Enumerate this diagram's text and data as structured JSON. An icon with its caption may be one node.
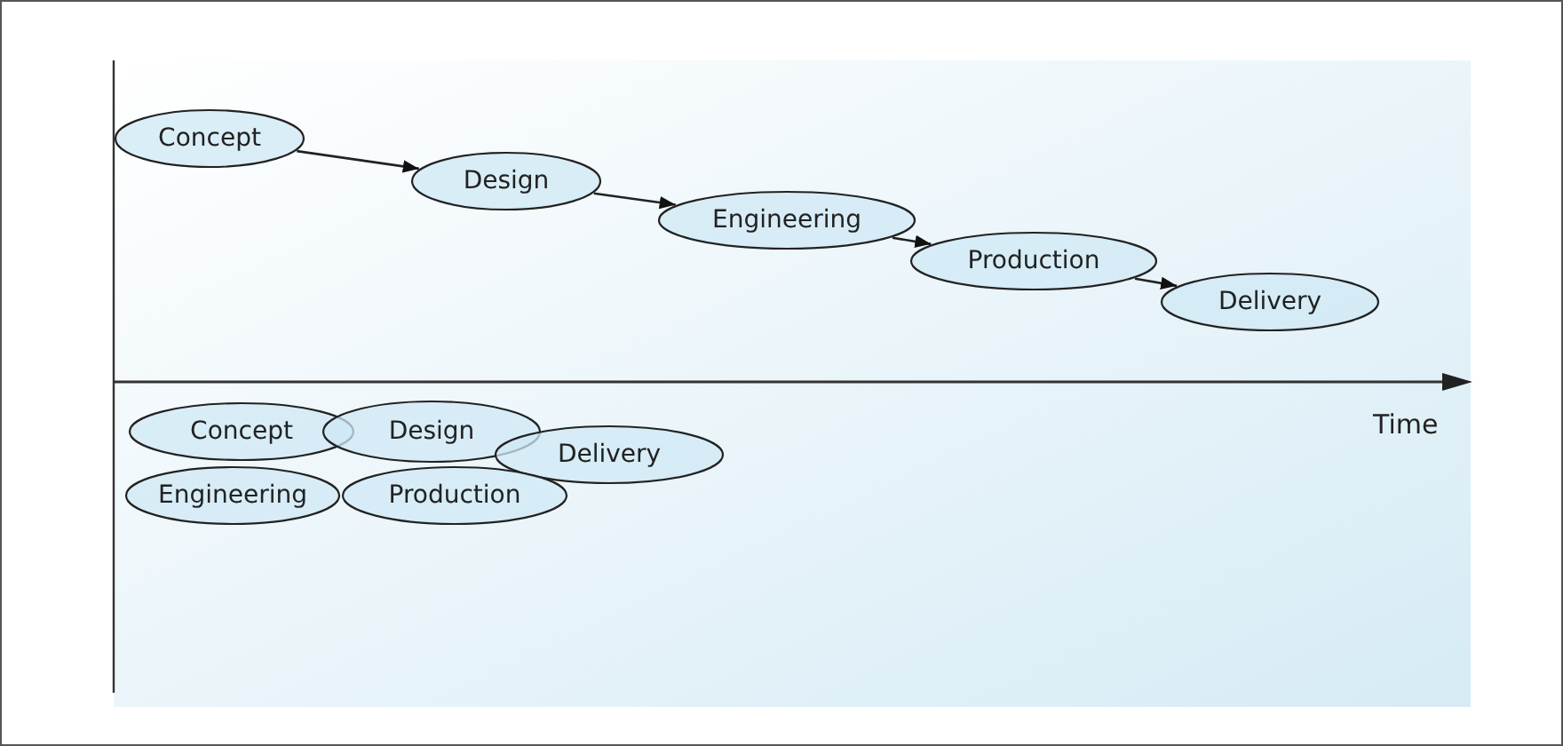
{
  "diagram": {
    "nodes": [
      {
        "text": [
          "Concept"
        ]
      },
      {
        "text": [
          "Design"
        ]
      },
      {
        "text": [
          "Engineering"
        ]
      },
      {
        "text": [
          "Production"
        ]
      },
      {
        "text": [
          "Delivery"
        ]
      },
      {
        "text": [
          "Concept"
        ]
      },
      {
        "text": [
          "Design"
        ]
      },
      {
        "text": [
          "Delivery"
        ]
      },
      {
        "text": [
          "Engineering"
        ]
      },
      {
        "text": [
          "Production"
        ]
      }
    ],
    "edges": [
      {
        "from": 0,
        "to": 1,
        "arrow": "to"
      },
      {
        "from": 1,
        "to": 2,
        "arrow": "to"
      },
      {
        "from": 2,
        "to": 3,
        "arrow": "to"
      },
      {
        "from": 3,
        "to": 4,
        "arrow": "to"
      }
    ],
    "labels": [
      "Time"
    ]
  }
}
